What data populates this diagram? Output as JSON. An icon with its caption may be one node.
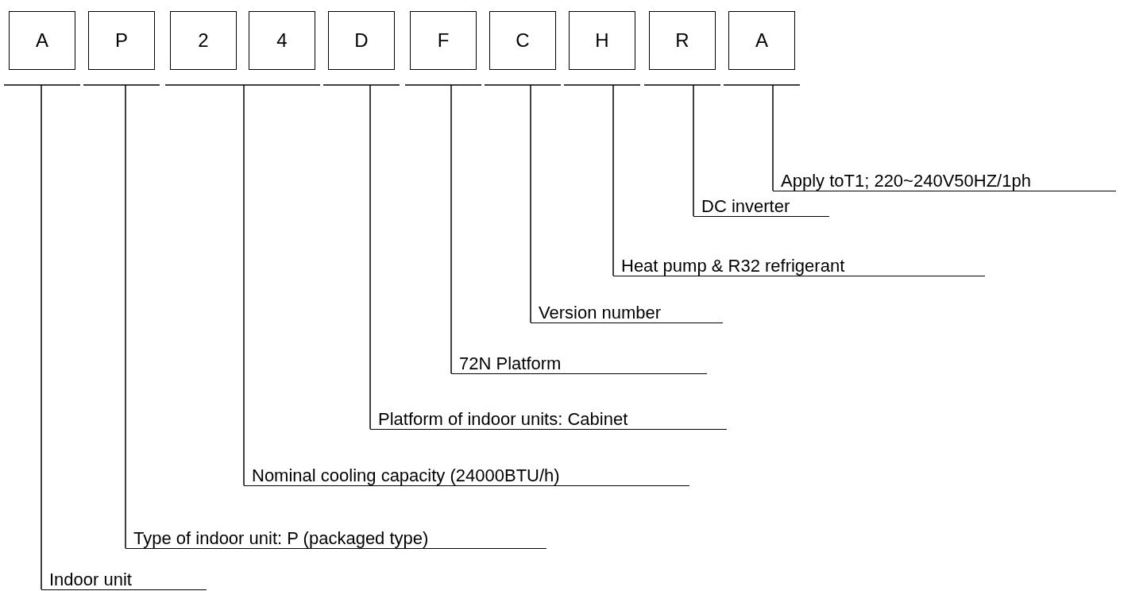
{
  "diagram": {
    "nodes": [
      {
        "text": [
          "A"
        ]
      },
      {
        "text": [
          "P"
        ]
      },
      {
        "text": [
          "2"
        ]
      },
      {
        "text": [
          "4"
        ]
      },
      {
        "text": [
          "D"
        ]
      },
      {
        "text": [
          "F"
        ]
      },
      {
        "text": [
          "C"
        ]
      },
      {
        "text": [
          "H"
        ]
      },
      {
        "text": [
          "R"
        ]
      },
      {
        "text": [
          "A"
        ]
      },
      {
        "text": [
          "Apply toT1; 220~240V50HZ/1ph"
        ]
      },
      {
        "text": [
          "DC inverter"
        ]
      },
      {
        "text": [
          "Heat pump & R32 refrigerant"
        ]
      },
      {
        "text": [
          "Version number"
        ]
      },
      {
        "text": [
          "72N Platform"
        ]
      },
      {
        "text": [
          "Platform of indoor units: Cabinet"
        ]
      },
      {
        "text": [
          "Nominal cooling capacity (24000BTU/h)"
        ]
      },
      {
        "text": [
          "Type of indoor unit: P (packaged type)"
        ]
      },
      {
        "text": [
          "Indoor unit"
        ]
      }
    ],
    "edges": [
      {
        "from": 0,
        "to": 18,
        "arrow": "none"
      },
      {
        "from": 1,
        "to": 17,
        "arrow": "none"
      },
      {
        "from": 2,
        "to": 16,
        "arrow": "none"
      },
      {
        "from": 3,
        "to": 16,
        "arrow": "none"
      },
      {
        "from": 4,
        "to": 15,
        "arrow": "none"
      },
      {
        "from": 5,
        "to": 14,
        "arrow": "none"
      },
      {
        "from": 6,
        "to": 13,
        "arrow": "none"
      },
      {
        "from": 7,
        "to": 12,
        "arrow": "none"
      },
      {
        "from": 8,
        "to": 11,
        "arrow": "none"
      },
      {
        "from": 9,
        "to": 10,
        "arrow": "none"
      }
    ]
  }
}
